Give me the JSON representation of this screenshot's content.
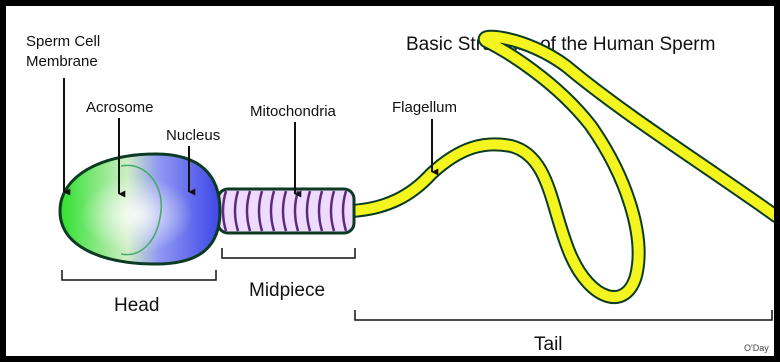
{
  "title": "Basic Structure of the Human Sperm",
  "labels": {
    "cell_membrane_line1": "Sperm Cell",
    "cell_membrane_line2": "Membrane",
    "acrosome": "Acrosome",
    "nucleus": "Nucleus",
    "mitochondria": "Mitochondria",
    "flagellum": "Flagellum"
  },
  "sections": {
    "head": "Head",
    "midpiece": "Midpiece",
    "tail": "Tail"
  },
  "credit": "O'Day",
  "colors": {
    "head_green": "#33dd33",
    "head_blue": "#4d55ee",
    "mitochondria_purple": "#cc99ee",
    "tail_yellow": "#f4f41e",
    "outline": "#0b3b22"
  }
}
